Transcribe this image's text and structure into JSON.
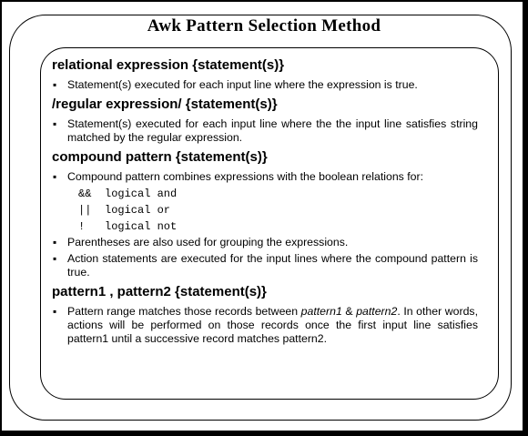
{
  "title": "Awk Pattern Selection Method",
  "sections": [
    {
      "heading": "relational expression {statement(s)}",
      "bullets": [
        "Statement(s) executed for each input line where the expression is true."
      ]
    },
    {
      "heading": "/regular expression/ {statement(s)}",
      "bullets": [
        "Statement(s) executed for each input line where the the input line satisfies string matched by the regular expression."
      ]
    },
    {
      "heading": "compound pattern {statement(s)}",
      "bullets": [
        "Compound pattern combines expressions with the boolean relations for:",
        "Parentheses are also used for grouping the expressions.",
        "Action statements are executed for the input lines where the compound pattern is true."
      ],
      "operators": [
        {
          "op": "&&",
          "desc": "logical and"
        },
        {
          "op": "||",
          "desc": "logical or"
        },
        {
          "op": "!",
          "desc": "logical not"
        }
      ]
    },
    {
      "heading": "pattern1 , pattern2 {statement(s)}",
      "bullets": [
        {
          "pre": "Pattern range matches those records between ",
          "em1": "pattern1",
          "mid": " & ",
          "em2": "pattern2",
          "post": ". In other words, actions will be performed on those records  once the first input line satisfies pattern1 until a successive record matches pattern2."
        }
      ]
    }
  ],
  "bullet_glyph": "▪"
}
